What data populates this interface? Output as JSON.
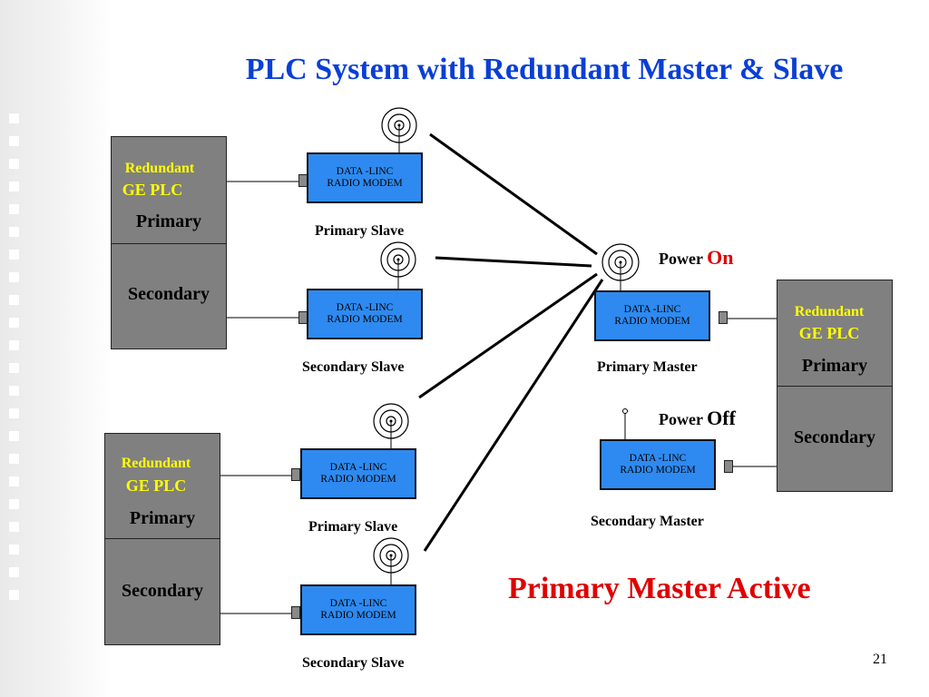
{
  "title": "PLC System with Redundant Master & Slave",
  "plc": {
    "redundant": "Redundant",
    "ge_plc": "GE PLC",
    "primary": "Primary",
    "secondary": "Secondary"
  },
  "modem": {
    "line1": "DATA -LINC",
    "line2": "RADIO  MODEM"
  },
  "captions": {
    "primary_slave": "Primary Slave",
    "secondary_slave": "Secondary Slave",
    "primary_master": "Primary Master",
    "secondary_master": "Secondary Master"
  },
  "power": {
    "label": "Power",
    "on": "On",
    "off": "Off"
  },
  "status": "Primary Master Active",
  "page_number": "21",
  "colors": {
    "title": "#0a3fd6",
    "modem": "#2e8af0",
    "plc": "#808080",
    "plc_label": "#ffff00",
    "active_text": "#e00000"
  }
}
